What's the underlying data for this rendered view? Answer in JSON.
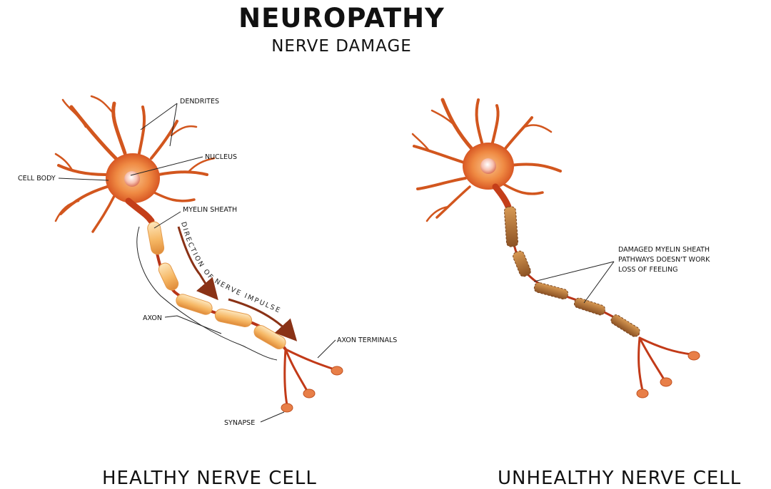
{
  "header": {
    "title": "NEUROPATHY",
    "subtitle": "NERVE DAMAGE"
  },
  "healthy": {
    "caption": "HEALTHY NERVE CELL",
    "labels": {
      "dendrites": "DENDRITES",
      "nucleus": "NUCLEUS",
      "cell_body": "CELL BODY",
      "myelin_sheath": "MYELIN SHEATH",
      "axon": "AXON",
      "axon_terminals": "AXON TERMINALS",
      "synapse": "SYNAPSE"
    },
    "impulse_label": "DIRECTION OF NERVE IMPULSE"
  },
  "unhealthy": {
    "caption": "UNHEALTHY NERVE CELL",
    "damage_lines": [
      "DAMAGED MYELIN SHEATH",
      "PATHWAYS DOESN'T WORK",
      "LOSS OF FEELING"
    ]
  },
  "colors": {
    "cell_outer": "#e0521f",
    "cell_inner": "#f6b073",
    "dendrite": "#d2561e",
    "dendrite_tip": "#f2a066",
    "myelin": "#f4b15c",
    "myelin_light": "#fbdca6",
    "damaged": "#a8672d",
    "axon": "#b83418",
    "arrow": "#8a3216",
    "terminal": "#e87f48"
  }
}
